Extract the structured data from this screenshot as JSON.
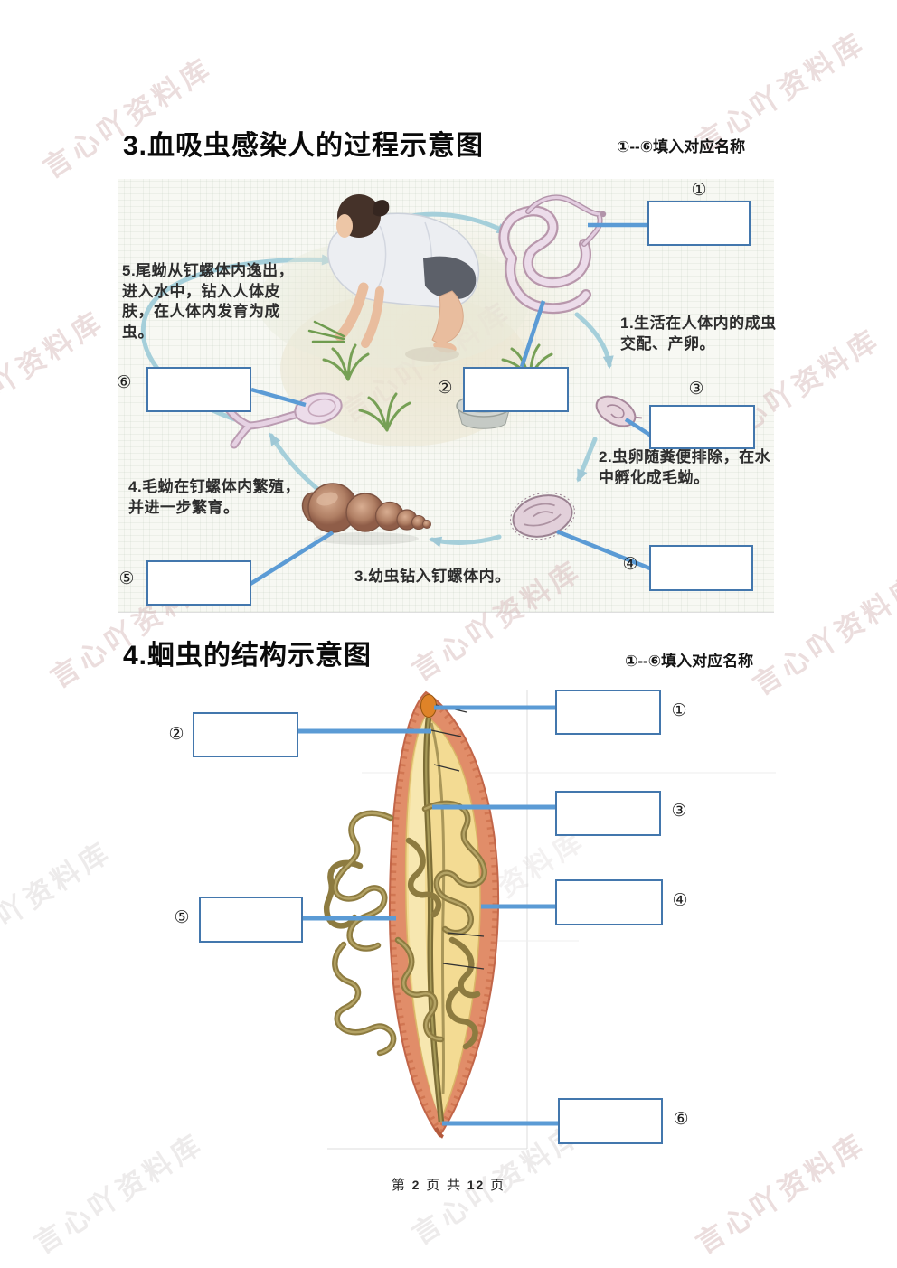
{
  "watermark": {
    "text": "言心吖资料库"
  },
  "section3": {
    "title": "3.血吸虫感染人的过程示意图",
    "instruction": "①--⑥填入对应名称",
    "labels": {
      "n1": "①",
      "n2": "②",
      "n3": "③",
      "n4": "④",
      "n5": "⑤",
      "n6": "⑥"
    },
    "steps": {
      "s1": "1.生活在人体内的成虫交配、产卵。",
      "s2": "2.虫卵随粪便排除，在水中孵化成毛蚴。",
      "s3": "3.幼虫钻入钉螺体内。",
      "s4": "4.毛蚴在钉螺体内繁殖，并进一步繁育。",
      "s5": "5.尾蚴从钉螺体内逸出，进入水中，钻入人体皮肤，在人体内发育为成虫。"
    }
  },
  "section4": {
    "title": "4.蛔虫的结构示意图",
    "instruction": "①--⑥填入对应名称",
    "labels": {
      "n1": "①",
      "n2": "②",
      "n3": "③",
      "n4": "④",
      "n5": "⑤",
      "n6": "⑥"
    }
  },
  "footer": {
    "prefix": "第",
    "page": "2",
    "middle": "页 共",
    "total": "12",
    "suffix": "页"
  },
  "colors": {
    "connector_blue": "#5b9bd5",
    "box_border_blue": "#4377ad",
    "cycle_arrow_blue": "#a5cfda",
    "worm_rind": "#e18d69",
    "worm_body_yellow": "#f3db93",
    "watermark_pink": "#d8bcbc"
  }
}
